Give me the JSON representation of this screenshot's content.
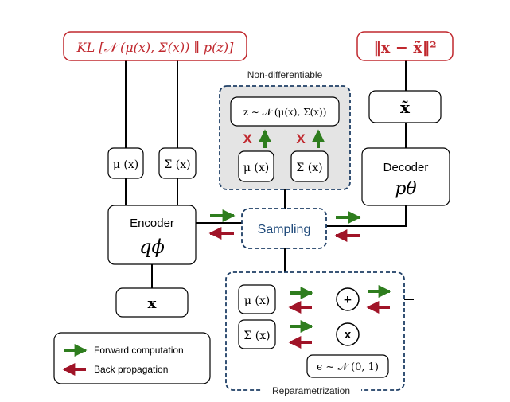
{
  "loss": {
    "kl": "KL [𝒩 (μ(x), Σ(x)) ∥ p(z)]",
    "recon": "‖x − x̃‖²"
  },
  "encoder": {
    "title": "Encoder",
    "symbol": "qϕ",
    "input": "x",
    "mu": "μ (x)",
    "sigma": "Σ (x)"
  },
  "decoder": {
    "title": "Decoder",
    "symbol": "pθ",
    "output": "x̃"
  },
  "nondiff": {
    "title": "Non-differentiable",
    "z": "z ∼ 𝒩 (μ(x), Σ(x))",
    "mu": "μ (x)",
    "sigma": "Σ (x)",
    "cross1": "X",
    "cross2": "X"
  },
  "sampling": {
    "label": "Sampling"
  },
  "reparam": {
    "title": "Reparametrization",
    "mu": "μ (x)",
    "sigma": "Σ (x)",
    "plus": "+",
    "times": "x",
    "eps": "ϵ ∼ 𝒩 (0, 1)"
  },
  "legend": {
    "forward": "Forward computation",
    "backward": "Back propagation"
  },
  "colors": {
    "forward": "#2e7d1e",
    "backward": "#a01428",
    "loss": "#c0282e",
    "dashed": "#1f3f66",
    "nondiff_fill": "#e4e4e4",
    "sampling_text": "#1f4a7a"
  }
}
